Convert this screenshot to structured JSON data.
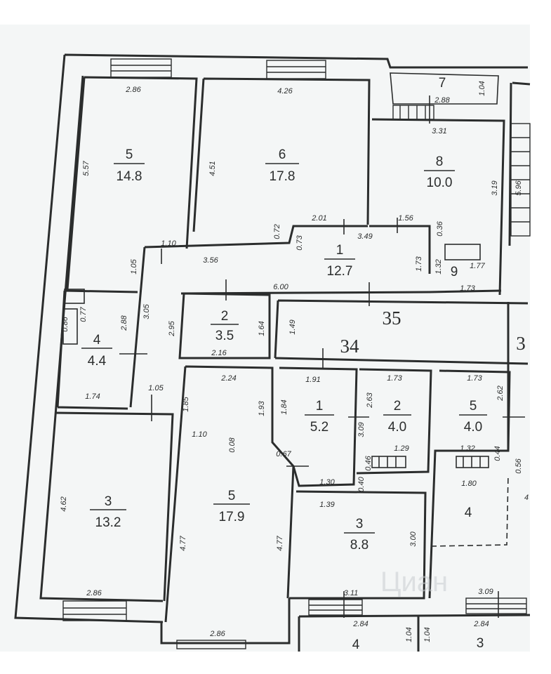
{
  "colors": {
    "paper": "#f4f6f6",
    "line": "#2b2d2d",
    "background": "#ffffff"
  },
  "rooms": [
    {
      "number": "5",
      "area": "14.8"
    },
    {
      "number": "6",
      "area": "17.8"
    },
    {
      "number": "7"
    },
    {
      "number": "8",
      "area": "10.0"
    },
    {
      "number": "1",
      "area": "12.7"
    },
    {
      "number": "9"
    },
    {
      "number": "2",
      "area": "3.5"
    },
    {
      "number": "4",
      "area": "4.4"
    },
    {
      "number": "3",
      "area": "13.2"
    },
    {
      "number": "5",
      "area": "17.9"
    },
    {
      "number": "1",
      "area": "5.2"
    },
    {
      "number": "2",
      "area": "4.0"
    },
    {
      "number": "5",
      "area": "4.0"
    },
    {
      "number": "3",
      "area": "8.8"
    },
    {
      "number": "4"
    },
    {
      "number": "4"
    },
    {
      "number": "3"
    }
  ],
  "apartments": [
    "35",
    "34",
    "3"
  ],
  "dimensions": [
    "2.86",
    "4.26",
    "2.88",
    "1.04",
    "3.31",
    "5.57",
    "4.51",
    "3.19",
    "5.96",
    "2.01",
    "1.56",
    "3.49",
    "0.72",
    "0.73",
    "0.36",
    "1.10",
    "3.56",
    "1.73",
    "1.32",
    "1.77",
    "1.73",
    "6.00",
    "1.05",
    "3.05",
    "2.88",
    "2.95",
    "1.64",
    "1.49",
    "2.16",
    "0.77",
    "0.86",
    "1.74",
    "1.05",
    "2.24",
    "1.91",
    "1.73",
    "1.73",
    "1.85",
    "1.93",
    "1.84",
    "2.63",
    "2.62",
    "3.09",
    "1.10",
    "0.08",
    "0.67",
    "1.29",
    "1.32",
    "0.44",
    "0.56",
    "0.46",
    "0.40",
    "1.80",
    "1.30",
    "1.39",
    "4.62",
    "4.77",
    "4.77",
    "3.00",
    "2.86",
    "3.11",
    "3.09",
    "2.86",
    "2.84",
    "1.04",
    "1.04",
    "2.84",
    "4"
  ],
  "watermark": "Циан"
}
